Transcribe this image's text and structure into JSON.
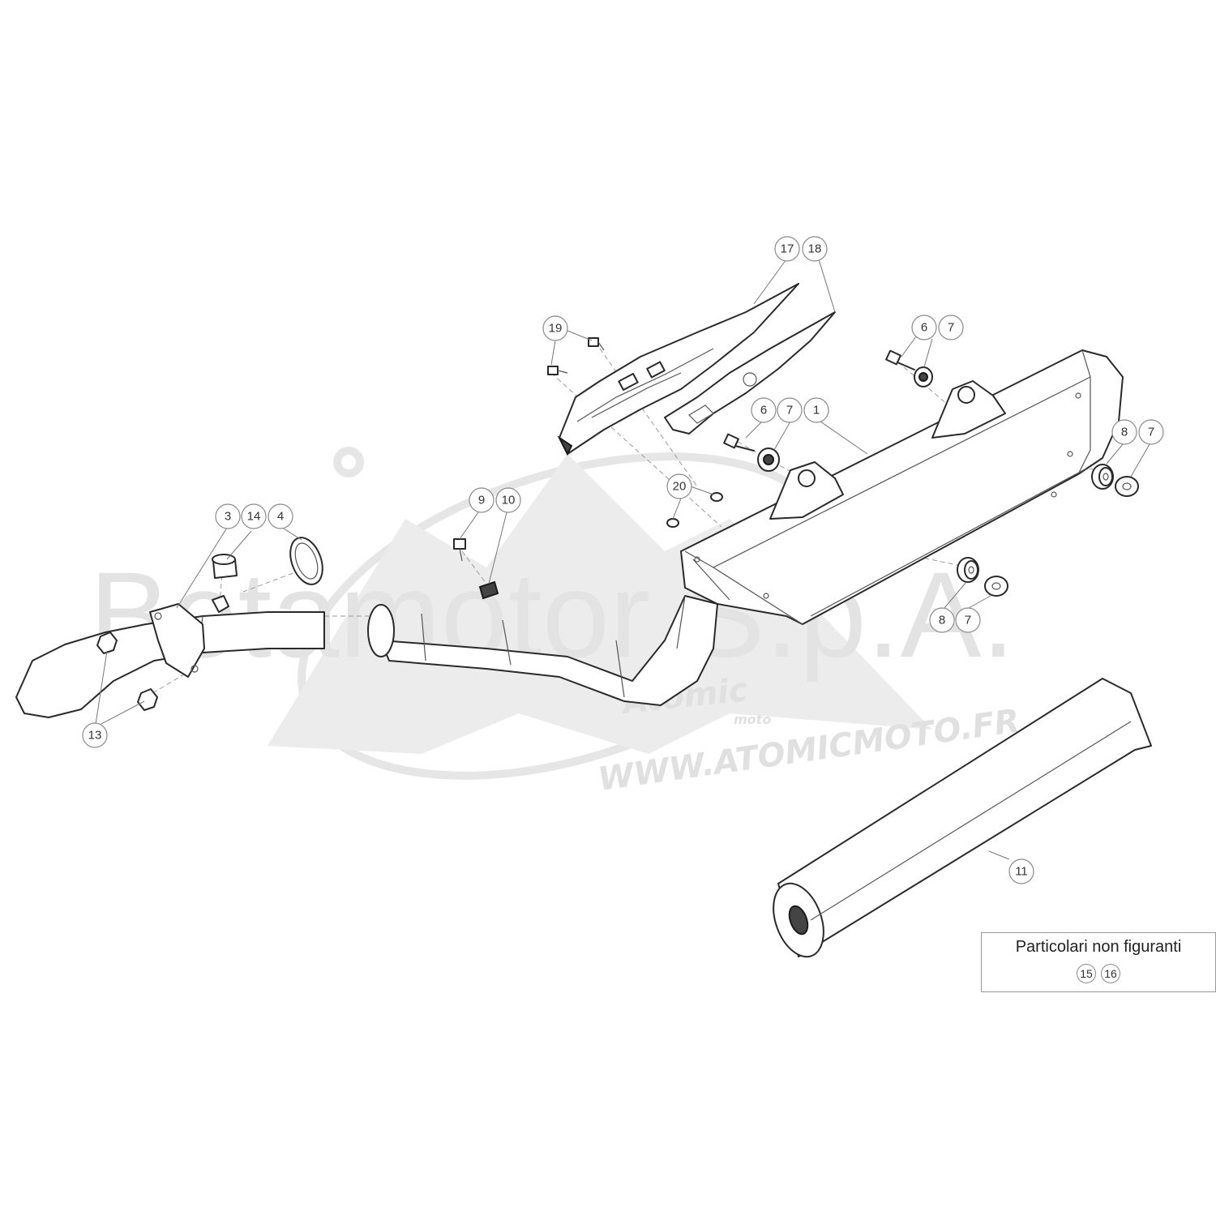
{
  "watermark": {
    "company": "Betamotor S.p.A.",
    "logo_text": "Atomic",
    "logo_sub": "moto",
    "url": "WWW.ATOMICMOTO.FR"
  },
  "callouts": {
    "c17": "17",
    "c18": "18",
    "c19": "19",
    "c6a": "6",
    "c7a": "7",
    "c6b": "6",
    "c7b": "7",
    "c1": "1",
    "c8a": "8",
    "c7c": "7",
    "c20": "20",
    "c9": "9",
    "c10": "10",
    "c3": "3",
    "c14": "14",
    "c4": "4",
    "c8b": "8",
    "c7d": "7",
    "c13": "13",
    "c11": "11"
  },
  "legend": {
    "title": "Particolari non figuranti",
    "refs": [
      "15",
      "16"
    ]
  },
  "colors": {
    "line": "#2a2a2a",
    "callout": "#8a8a8a",
    "watermark": "#e3e3e3"
  }
}
